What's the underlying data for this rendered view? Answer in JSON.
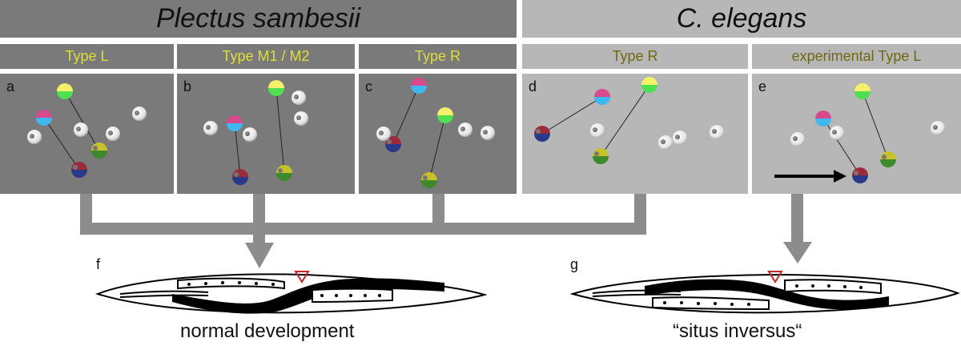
{
  "headers": {
    "left": "Plectus sambesii",
    "right": "C. elegans"
  },
  "subheaders": {
    "a": "Type L",
    "b": "Type M1 / M2",
    "c": "Type R",
    "d": "Type R",
    "e": "experimental Type L"
  },
  "panels": {
    "a": "a",
    "b": "b",
    "c": "c",
    "d": "d",
    "e": "e"
  },
  "bottom": {
    "f_label": "f",
    "g_label": "g",
    "f_caption": "normal development",
    "g_caption": "“situs inversus“"
  },
  "colors": {
    "dark_gray": "#7a7a7a",
    "light_gray": "#b7b7b7",
    "connector_gray": "#8c8c8c",
    "subheader_dark_text": "#dede3a",
    "subheader_light_text": "#6f6a10",
    "pharynx_marker": "#c0282a"
  }
}
